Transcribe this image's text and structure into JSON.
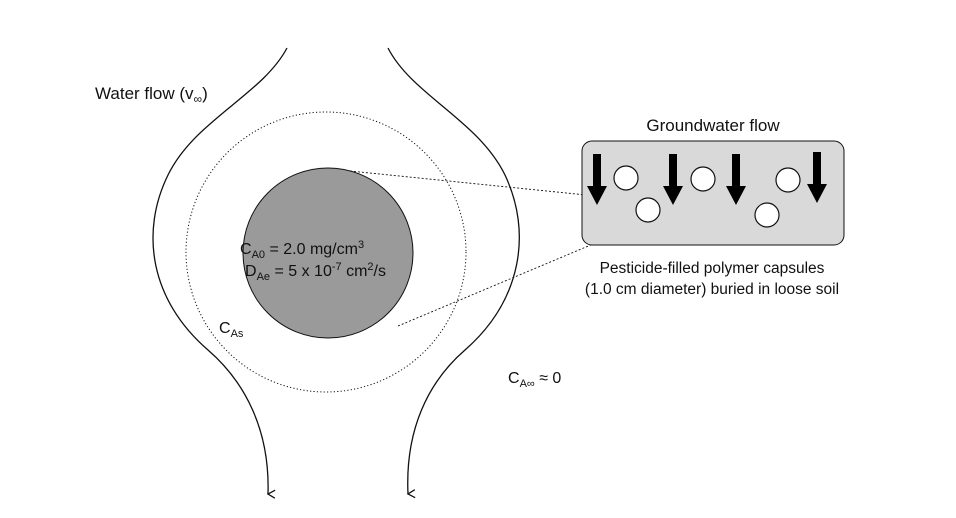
{
  "labels": {
    "water_flow": "Water flow (v",
    "water_flow_sub": "∞",
    "water_flow_close": ")",
    "groundwater_title": "Groundwater flow",
    "caption_line1": "Pesticide-filled polymer capsules",
    "caption_line2": "(1.0 cm diameter) buried in loose soil",
    "cs": {
      "main": "C",
      "sub": "As"
    },
    "c_inf": {
      "main": "C",
      "sub": "A∞",
      "rest": " ≈ 0"
    },
    "ca0": {
      "main": "C",
      "sub": "A0",
      "rest": " = 2.0 mg/cm",
      "sup": "3"
    },
    "dae": {
      "main": "D",
      "sub": "Ae",
      "rest1": " = 5 x 10",
      "sup1": "-7",
      "rest2": " cm",
      "sup2": "2",
      "rest3": "/s"
    }
  },
  "colors": {
    "capsule_fill": "#9a9a9a",
    "inset_fill": "#d9d9d9",
    "line": "#111111"
  }
}
